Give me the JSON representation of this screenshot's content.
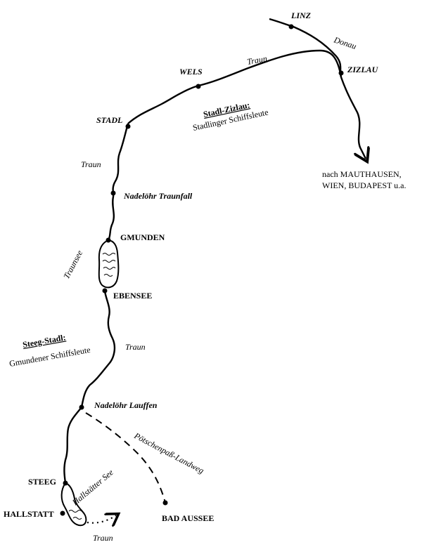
{
  "places": {
    "linz": "LINZ",
    "zizlau": "ZIZLAU",
    "wels": "WELS",
    "stadl": "STADL",
    "nadeloehr_traunfall": "Nadelöhr Traunfall",
    "gmunden": "GMUNDEN",
    "ebensee": "EBENSEE",
    "nadeloehr_lauffen": "Nadelöhr Lauffen",
    "steeg": "STEEG",
    "hallstatt": "HALLSTATT",
    "bad_aussee": "BAD AUSSEE"
  },
  "waters": {
    "donau": "Donau",
    "traun_top": "Traun",
    "traun_upper": "Traun",
    "traun_middle": "Traun",
    "traun_bottom": "Traun",
    "traunsee": "Traunsee",
    "hallstaetter_see": "Hallstätter See"
  },
  "routes": {
    "poetschenpass": "Pötschenpaß-Landweg"
  },
  "sections": {
    "stadl_zizlau_title": "Stadl-Zizlau:",
    "stadl_zizlau_desc": "Stadlinger Schiffsleute",
    "steeg_stadl_title": "Steeg-Stadl:",
    "steeg_stadl_desc": "Gmundener Schiffsleute"
  },
  "destination": {
    "line1": "nach MAUTHAUSEN,",
    "line2": "WIEN, BUDAPEST u.a."
  }
}
